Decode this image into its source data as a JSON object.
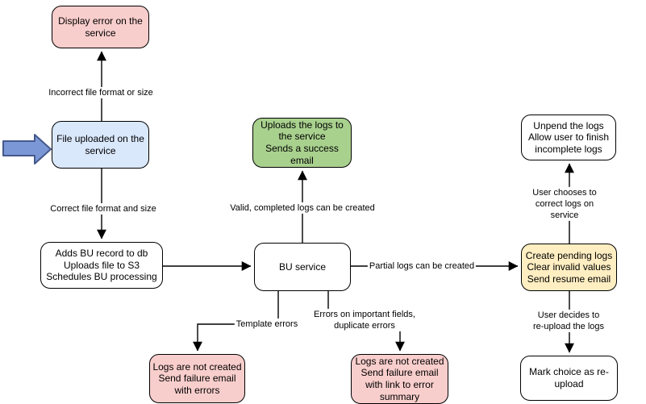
{
  "diagram": {
    "nodes": {
      "display_error": {
        "text": "Display error on the\nservice",
        "fill": "#f8cecc"
      },
      "file_uploaded": {
        "text": "File uploaded on the\nservice",
        "fill": "#dae8fc"
      },
      "adds_bu_record": {
        "text": "Adds BU record to db\nUploads file to S3\nSchedules BU processing",
        "fill": "#ffffff"
      },
      "bu_service": {
        "text": "BU service",
        "fill": "#ffffff"
      },
      "uploads_logs": {
        "text": "Uploads the logs to\nthe service\nSends a success\nemail",
        "fill": "#a9d18e"
      },
      "logs_not_created_errors": {
        "text": "Logs are not created\nSend failure email\nwith errors",
        "fill": "#f8cecc"
      },
      "logs_not_created_summary": {
        "text": "Logs are not created\nSend failure email\nwith link to error\nsummary",
        "fill": "#f8cecc"
      },
      "unpend_logs": {
        "text": "Unpend the logs\nAllow user to finish\nincomplete logs",
        "fill": "#ffffff"
      },
      "create_pending_logs": {
        "text": "Create pending logs\nClear invalid values\nSend resume email",
        "fill": "#ffeec2"
      },
      "mark_reupload": {
        "text": "Mark choice as re-\nupload",
        "fill": "#ffffff"
      }
    },
    "edge_labels": {
      "incorrect_format": "Incorrect file format or size",
      "correct_format": "Correct file format and size",
      "valid_logs": "Valid, completed logs can be created",
      "partial_logs": "Partial logs can be created",
      "template_errors": "Template errors",
      "important_errors": "Errors on important fields,\nduplicate errors",
      "user_corrects": "User chooses to correct logs on service",
      "user_reuploads": "User decides to re-upload the logs"
    },
    "colors": {
      "background": "#ffffff",
      "node_border": "#000000",
      "edge": "#000000",
      "pink": "#f8cecc",
      "blue": "#dae8fc",
      "green": "#a9d18e",
      "yellow": "#ffeec2",
      "white": "#ffffff",
      "start_arrow_fill": "#7b97d6",
      "start_arrow_border": "#44598c"
    }
  }
}
